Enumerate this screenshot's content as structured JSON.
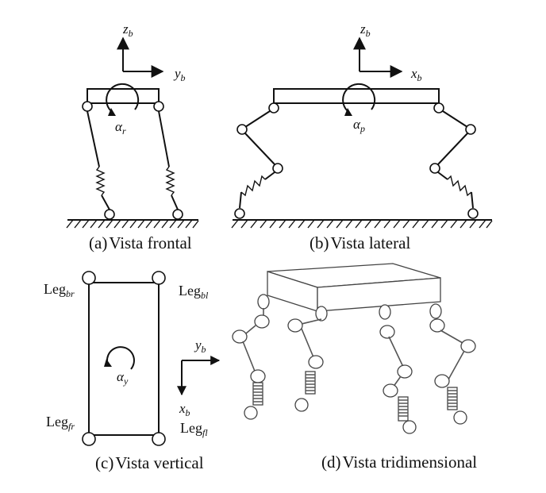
{
  "captions": {
    "a_prefix": "(a)",
    "a_text": "Vista frontal",
    "b_prefix": "(b)",
    "b_text": "Vista lateral",
    "c_prefix": "(c)",
    "c_text": "Vista vertical",
    "d_prefix": "(d)",
    "d_text": "Vista tridimensional"
  },
  "axes": {
    "z_main": "z",
    "z_sub": "b",
    "y_main": "y",
    "y_sub": "b",
    "x_main": "x",
    "x_sub": "b"
  },
  "angles": {
    "alpha": "α",
    "r": "r",
    "p": "p",
    "y": "y"
  },
  "legs": {
    "leg": "Leg",
    "br": "br",
    "bl": "bl",
    "fr": "fr",
    "fl": "fl"
  }
}
